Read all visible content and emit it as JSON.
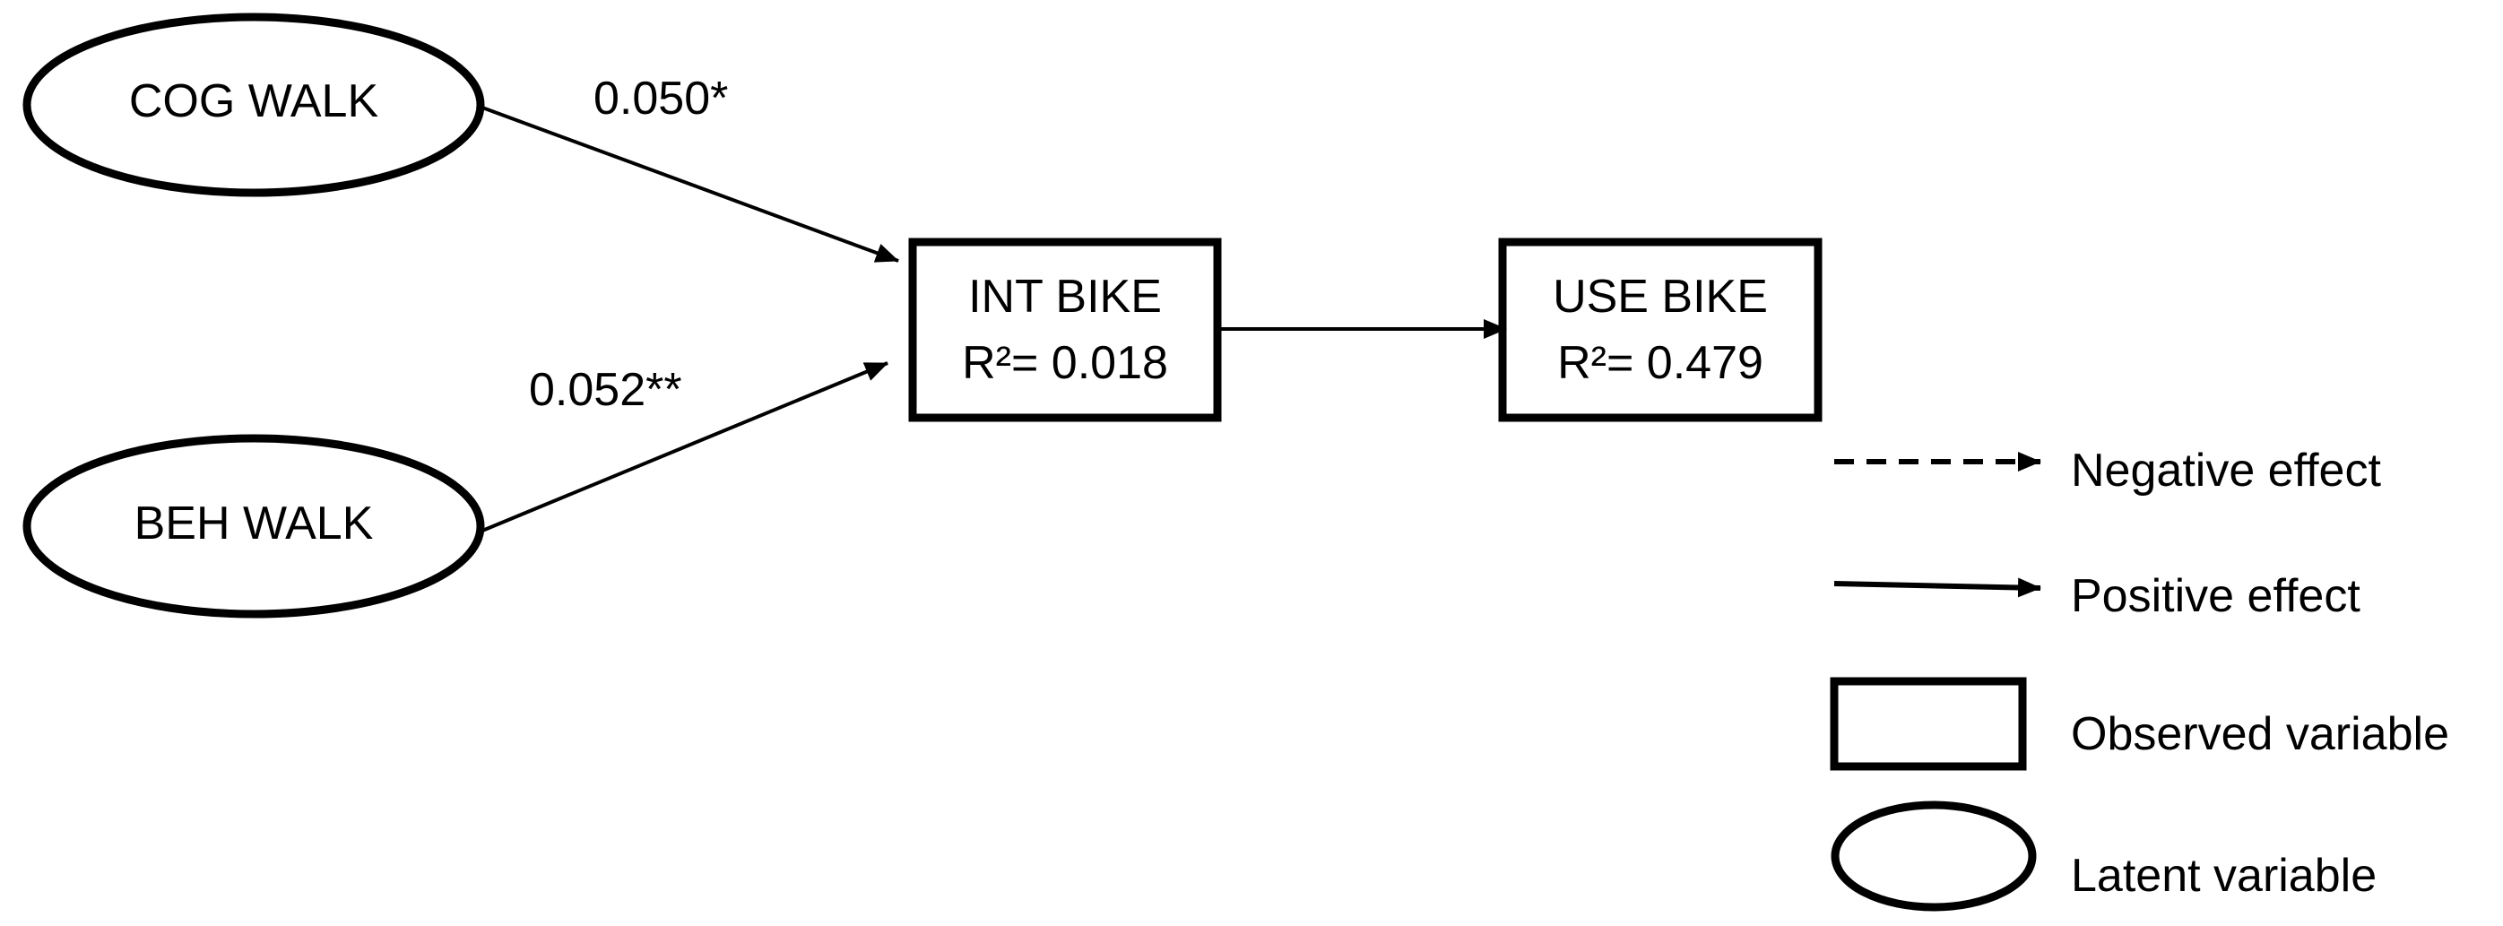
{
  "nodes": {
    "cog_walk": {
      "label": "COG WALK"
    },
    "beh_walk": {
      "label": "BEH WALK"
    },
    "int_bike": {
      "label": "INT BIKE",
      "r2": "R²= 0.018"
    },
    "use_bike": {
      "label": "USE BIKE",
      "r2": "R²= 0.479"
    }
  },
  "paths": {
    "cog_to_int": {
      "coefficient": "0.050*"
    },
    "beh_to_int": {
      "coefficient": "0.052**"
    },
    "int_to_use": {
      "coefficient": ""
    }
  },
  "legend": {
    "negative": "Negative effect",
    "positive": "Positive effect",
    "observed": "Observed variable",
    "latent": "Latent variable"
  }
}
